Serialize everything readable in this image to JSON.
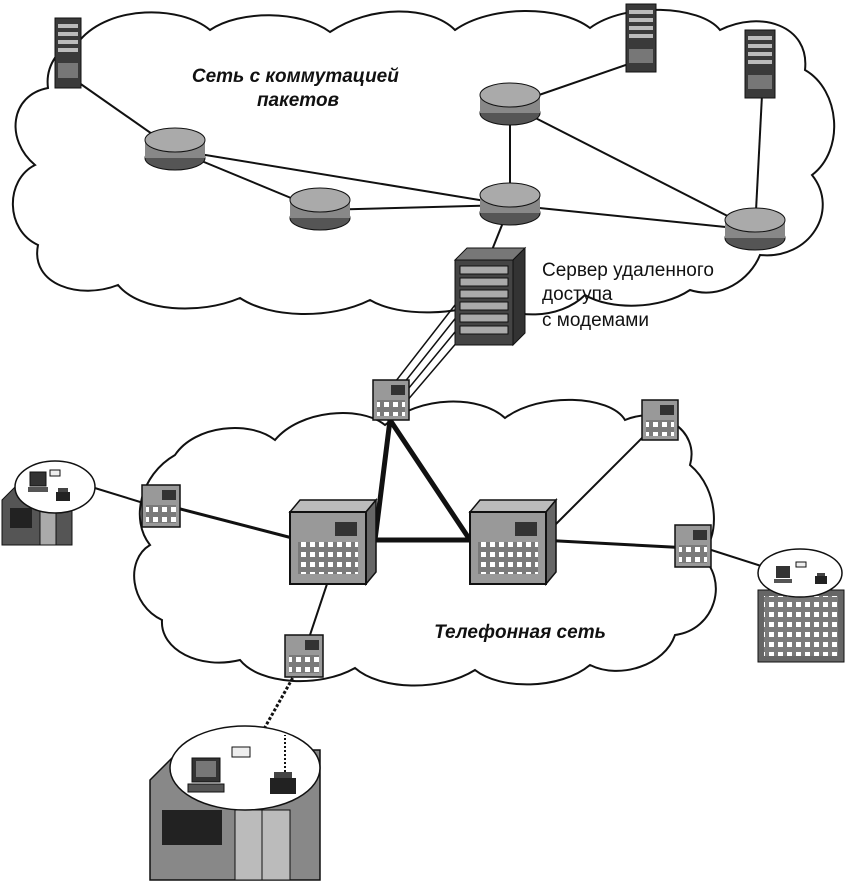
{
  "diagram": {
    "packet_network_label": [
      "Сеть с коммутацией",
      "пакетов"
    ],
    "server_label": [
      "Сервер удаленного",
      "доступа",
      "с модемами"
    ],
    "phone_network_label": "Телефонная сеть"
  },
  "colors": {
    "cloud_fill": "#ffffff",
    "stroke": "#111111",
    "device_gray": "#9a9a9a",
    "device_dark": "#444444"
  },
  "icons": [
    "server-icon",
    "router-icon",
    "remote-access-server-icon",
    "phone-switch-icon",
    "pbx-icon",
    "house-icon",
    "office-building-icon",
    "computer-icon",
    "modem-icon",
    "telephone-icon"
  ]
}
